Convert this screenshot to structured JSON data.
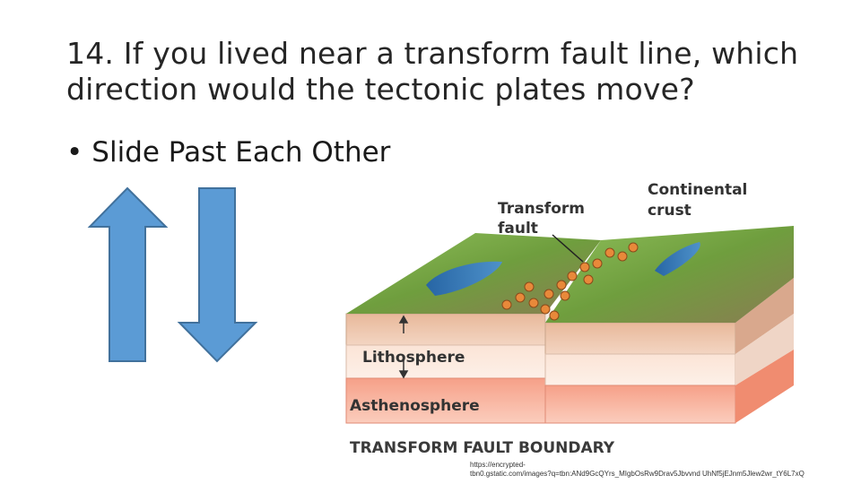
{
  "slide": {
    "title": "14. If you lived near a transform fault line, which direction would the tectonic plates move?",
    "bullet": "Slide Past Each Other",
    "bullet_symbol": "•",
    "arrow_color": "#5b9bd5",
    "arrow_outline": "#41719c"
  },
  "diagram": {
    "label_transform_fault_line1": "Transform",
    "label_transform_fault_line2": "fault",
    "label_continental_line1": "Continental",
    "label_continental_line2": "crust",
    "label_lithosphere": "Lithosphere",
    "label_asthenosphere": "Asthenosphere",
    "caption": "TRANSFORM FAULT BOUNDARY"
  },
  "source": {
    "url_line1": "https://encrypted-",
    "url_line2": "tbn0.gstatic.com/images?q=tbn:ANd9GcQYrs_MIgbOsRw9Drav5Jbvvnd UhNf5jEJnm5Jlew2wr_tY6L7xQ"
  }
}
